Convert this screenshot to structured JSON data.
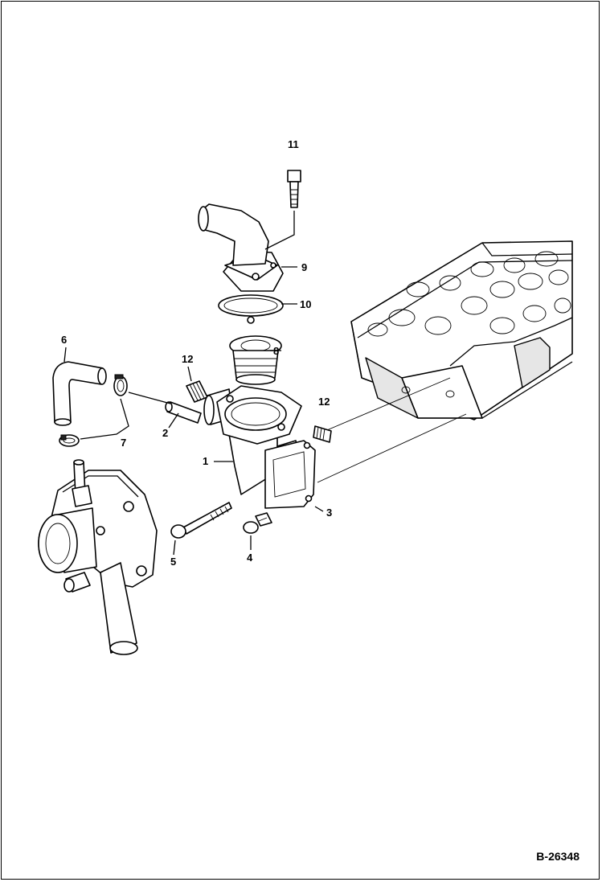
{
  "figure_number": "B-26348",
  "callouts": {
    "c1": "1",
    "c2": "2",
    "c3": "3",
    "c4": "4",
    "c5": "5",
    "c6": "6",
    "c7": "7",
    "c8": "8",
    "c9": "9",
    "c10": "10",
    "c11": "11",
    "c12a": "12",
    "c12b": "12"
  }
}
